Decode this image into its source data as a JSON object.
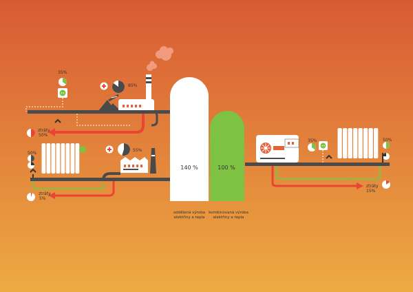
{
  "colors": {
    "bg_top": "#D85A34",
    "bg_bottom": "#EDAA42",
    "pipe": "#4A4A4A",
    "loss": "#E94434",
    "green": "#7DC242",
    "white": "#FFFFFF",
    "orange": "#E3623A",
    "smoke": "#F19A7E"
  },
  "left_top": {
    "socket_pct": "35%",
    "factory_pct": "85%",
    "loss_label": "ztráty",
    "loss_pct": "50%",
    "factory_share": 0.85,
    "socket_share": 0.35,
    "loss_share": 0.5
  },
  "left_bottom": {
    "radiator_pct": "50%",
    "factory_pct": "55%",
    "loss_pct": "5%",
    "radiator_share": 0.5,
    "factory_share": 0.55,
    "loss_share": 0.05
  },
  "separate": {
    "value": "140 %",
    "label_line1": "oddělená výroba",
    "label_line2": "elektřiny a tepla"
  },
  "combined": {
    "value": "100 %",
    "label_line1": "kombinovaná výroba",
    "label_line2": "elektřiny a tepla"
  },
  "right": {
    "socket_pct": "35%",
    "radiator_pct": "50%",
    "loss_label": "ztráty",
    "loss_pct": "15%",
    "socket_share": 0.35,
    "radiator_share": 0.5,
    "loss_share": 0.15
  }
}
